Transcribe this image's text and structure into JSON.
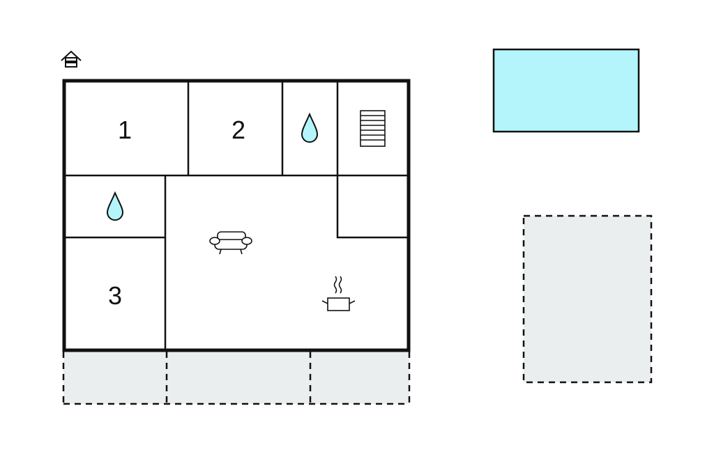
{
  "floorplan": {
    "rooms": [
      {
        "id": "bedroom-1",
        "label": "1"
      },
      {
        "id": "bedroom-2",
        "label": "2"
      },
      {
        "id": "bedroom-3",
        "label": "3"
      }
    ],
    "icons": {
      "entrance": "house-entrance-icon",
      "bathroom": "water-drop-icon",
      "stairs": "stairs-icon",
      "living": "sofa-icon",
      "kitchen": "cooking-pot-icon"
    },
    "colors": {
      "wall": "#111111",
      "pool": "#b3f5fb",
      "terrace": "#ebeeee",
      "water_drop": "#b3f5fb"
    }
  }
}
